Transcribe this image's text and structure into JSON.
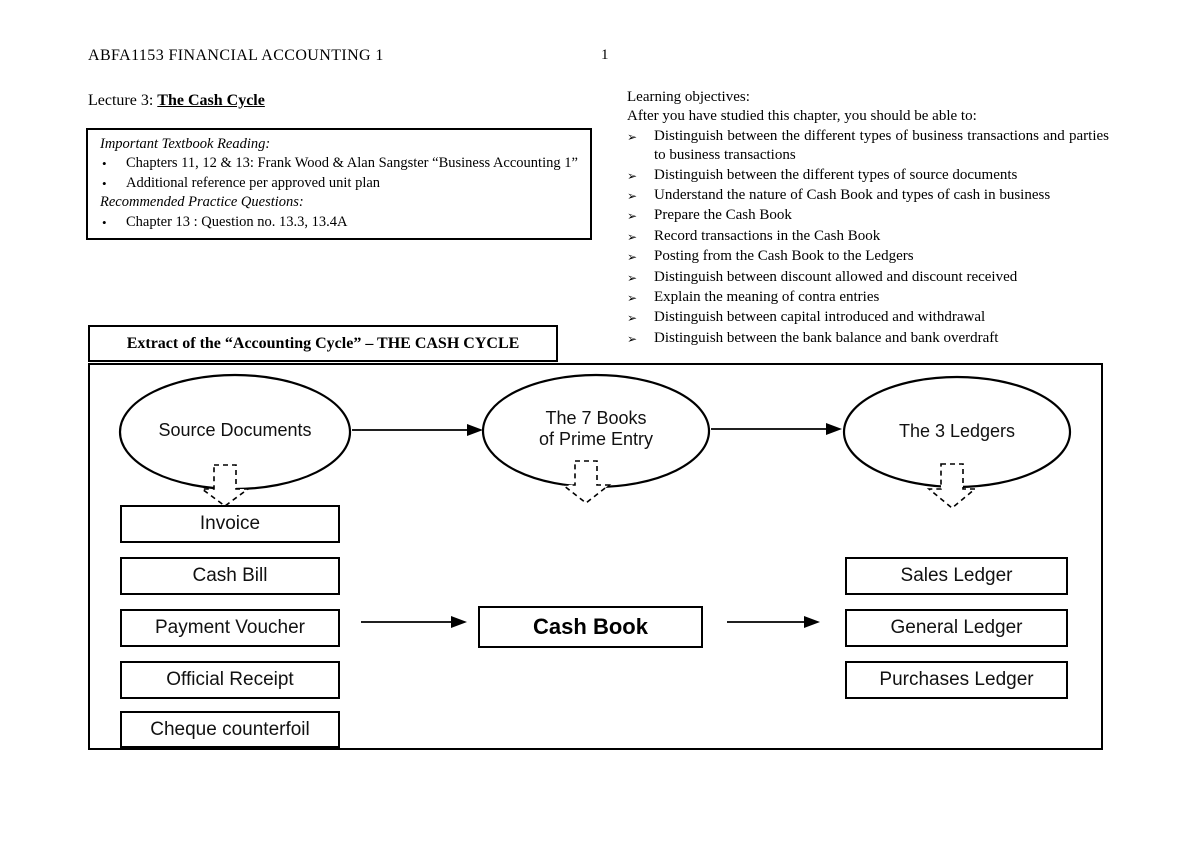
{
  "header": {
    "course": "ABFA1153 FINANCIAL ACCOUNTING 1",
    "page_number": "1"
  },
  "lecture": {
    "prefix": "Lecture 3: ",
    "title": "The Cash Cycle"
  },
  "reading_box": {
    "bullet_glyph": "•",
    "heading_reading": "Important Textbook Reading:",
    "reading_items": [
      "Chapters 11, 12 & 13: Frank Wood & Alan Sangster “Business Accounting 1”",
      "Additional reference per approved unit plan"
    ],
    "heading_practice": "Recommended Practice Questions:",
    "practice_items": [
      "Chapter 13 : Question no. 13.3, 13.4A"
    ]
  },
  "objectives": {
    "bullet_glyph": "➢",
    "title": "Learning objectives:",
    "intro": "After you have studied this chapter, you should be able to:",
    "items": [
      "Distinguish between the different types of business transactions and parties to business transactions",
      "Distinguish between the different types of source documents",
      "Understand the nature of Cash Book and types of cash in business",
      "Prepare the Cash Book",
      "Record transactions in the Cash Book",
      "Posting from the Cash Book to the Ledgers",
      "Distinguish between discount allowed and discount received",
      "Explain the meaning of contra entries",
      "Distinguish between capital introduced and withdrawal",
      "Distinguish between the bank balance and bank overdraft"
    ]
  },
  "diagram": {
    "title": "Extract of the “Accounting Cycle” – THE CASH CYCLE",
    "nodes": {
      "source_documents": {
        "lines": [
          "Source Documents"
        ]
      },
      "prime_entry": {
        "lines": [
          "The 7 Books",
          "of Prime Entry"
        ]
      },
      "ledgers": {
        "lines": [
          "The 3 Ledgers"
        ]
      }
    },
    "source_document_boxes": [
      "Invoice",
      "Cash Bill",
      "Payment Voucher",
      "Official Receipt",
      "Cheque counterfoil"
    ],
    "cash_book_label": "Cash Book",
    "ledger_boxes": [
      "Sales Ledger",
      "General Ledger",
      "Purchases Ledger"
    ]
  }
}
